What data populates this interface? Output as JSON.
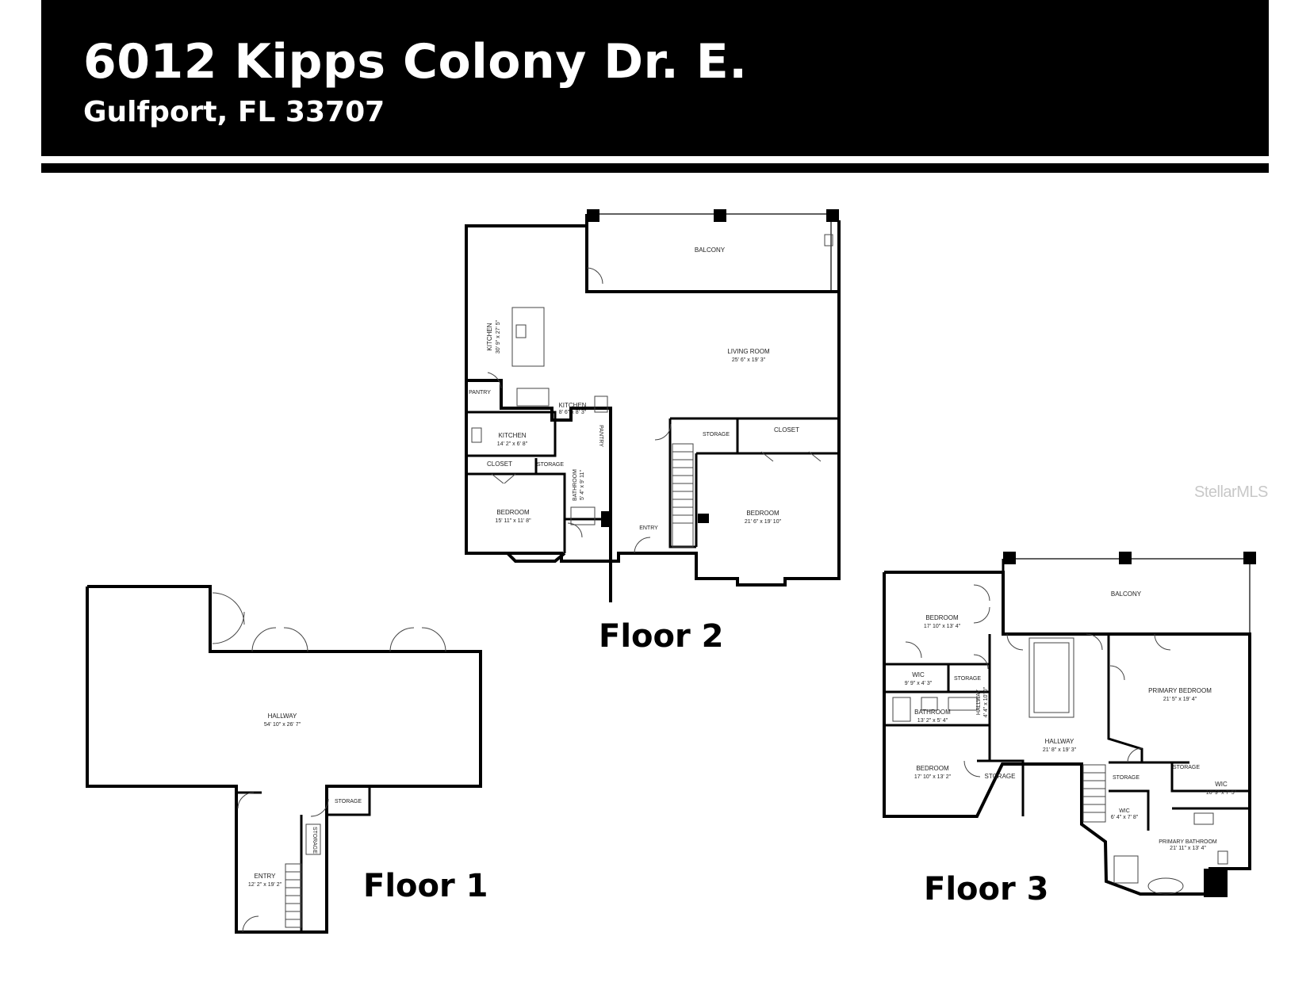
{
  "header": {
    "address_line1": "6012 Kipps Colony Dr. E.",
    "address_line2": "Gulfport, FL 33707"
  },
  "floor_labels": {
    "floor1": "Floor 1",
    "floor2": "Floor 2",
    "floor3": "Floor 3"
  },
  "watermark": "StellarMLS",
  "floor1_rooms": [
    {
      "name": "HALLWAY",
      "dims": "54' 10\" x 26' 7\""
    },
    {
      "name": "STORAGE",
      "dims": ""
    },
    {
      "name": "ENTRY",
      "dims": "12' 2\" x 19' 2\""
    },
    {
      "name": "STORAGE",
      "dims": ""
    }
  ],
  "floor2_rooms": [
    {
      "name": "BALCONY",
      "dims": ""
    },
    {
      "name": "KITCHEN",
      "dims": "30' 9\" x 27' 5\""
    },
    {
      "name": "LIVING ROOM",
      "dims": "25' 6\" x 19' 3\""
    },
    {
      "name": "PANTRY",
      "dims": ""
    },
    {
      "name": "KITCHEN",
      "dims": "8' 6\" x 8' 3\""
    },
    {
      "name": "KITCHEN",
      "dims": "14' 2\" x 6' 8\""
    },
    {
      "name": "PANTRY",
      "dims": ""
    },
    {
      "name": "STORAGE",
      "dims": ""
    },
    {
      "name": "CLOSET",
      "dims": ""
    },
    {
      "name": "CLOSET",
      "dims": ""
    },
    {
      "name": "STORAGE",
      "dims": ""
    },
    {
      "name": "BATHROOM",
      "dims": "5' 4\" x 9' 11\""
    },
    {
      "name": "BEDROOM",
      "dims": "15' 11\" x 11' 8\""
    },
    {
      "name": "ENTRY",
      "dims": ""
    },
    {
      "name": "BEDROOM",
      "dims": "21' 6\" x 19' 10\""
    }
  ],
  "floor3_rooms": [
    {
      "name": "BALCONY",
      "dims": ""
    },
    {
      "name": "BEDROOM",
      "dims": "17' 10\" x 13' 4\""
    },
    {
      "name": "WIC",
      "dims": "9' 9\" x 4' 3\""
    },
    {
      "name": "STORAGE",
      "dims": ""
    },
    {
      "name": "BATHROOM",
      "dims": "13' 2\" x 5' 4\""
    },
    {
      "name": "HALLWAY",
      "dims": "4' 4\" x 10' 0\""
    },
    {
      "name": "PRIMARY BEDROOM",
      "dims": "21' 5\" x 19' 4\""
    },
    {
      "name": "HALLWAY",
      "dims": "21' 8\" x 19' 3\""
    },
    {
      "name": "BEDROOM",
      "dims": "17' 10\" x 13' 2\""
    },
    {
      "name": "STORAGE",
      "dims": ""
    },
    {
      "name": "STORAGE",
      "dims": ""
    },
    {
      "name": "STORAGE",
      "dims": ""
    },
    {
      "name": "WIC",
      "dims": "10' 9\" x 7' 5\""
    },
    {
      "name": "WIC",
      "dims": "6' 4\" x 7' 8\""
    },
    {
      "name": "PRIMARY BATHROOM",
      "dims": "21' 11\" x 13' 4\""
    }
  ]
}
